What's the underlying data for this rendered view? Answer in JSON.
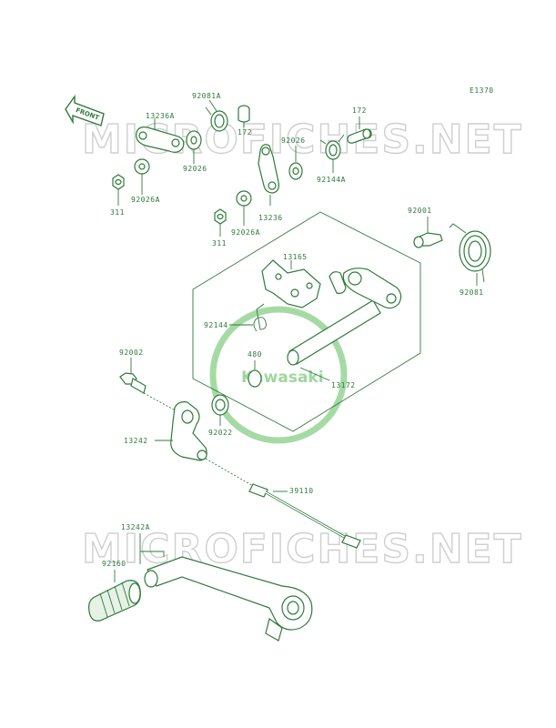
{
  "diagram_code": "E1370",
  "front_label": "FRONT",
  "watermark": "MICROFICHES.NET",
  "logo_text": "Kawasaki",
  "colors": {
    "ink": "#2f7a3a",
    "watermark": "#cfcfcf",
    "logo": "#8fd18f"
  },
  "parts": {
    "p13236A": "13236A",
    "p92081A": "92081A",
    "p172a": "172",
    "p172b": "172",
    "p92026a": "92026",
    "p92026b": "92026",
    "p311a": "311",
    "p92026Aa": "92026A",
    "p92144A": "92144A",
    "p13236": "13236",
    "p92026Ab": "92026A",
    "p311b": "311",
    "p92001": "92001",
    "p13165": "13165",
    "p92081": "92081",
    "p92144": "92144",
    "p480": "480",
    "p13172": "13172",
    "p92002": "92002",
    "p92022": "92022",
    "p13242": "13242",
    "p39110": "39110",
    "p13242A": "13242A",
    "p92160": "92160"
  }
}
